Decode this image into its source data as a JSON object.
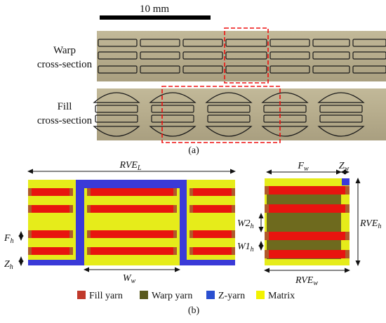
{
  "scale_bar": {
    "label": "10 mm"
  },
  "panel_a": {
    "warp_label": [
      "Warp",
      "cross-section"
    ],
    "fill_label": [
      "Fill",
      "cross-section"
    ],
    "caption": "(a)"
  },
  "panel_b": {
    "caption": "(b)",
    "dims": {
      "rve_l": {
        "base": "RVE",
        "sub": "L"
      },
      "f_h": {
        "base": "F",
        "sub": "h"
      },
      "z_h": {
        "base": "Z",
        "sub": "h"
      },
      "w_w": {
        "base": "W",
        "sub": "w"
      },
      "f_w": {
        "base": "F",
        "sub": "w"
      },
      "z_w": {
        "base": "Z",
        "sub": "w"
      },
      "w2_h": {
        "base": "W2",
        "sub": "h"
      },
      "w1_h": {
        "base": "W1",
        "sub": "h"
      },
      "rve_h": {
        "base": "RVE",
        "sub": "h"
      },
      "rve_w": {
        "base": "RVE",
        "sub": "w"
      }
    }
  },
  "legend": [
    {
      "label": "Fill yarn",
      "color": "#c0392b"
    },
    {
      "label": "Warp yarn",
      "color": "#5a5a1e"
    },
    {
      "label": "Z-yarn",
      "color": "#2a4fd0"
    },
    {
      "label": "Matrix",
      "color": "#f2f200"
    }
  ],
  "colors": {
    "fill": "#e8140f",
    "fill_end": "#b05a2a",
    "warp": "#6e6a1e",
    "z": "#3a3ad8",
    "matrix": "#e6ec1a",
    "photo": "#b7ad8e"
  }
}
